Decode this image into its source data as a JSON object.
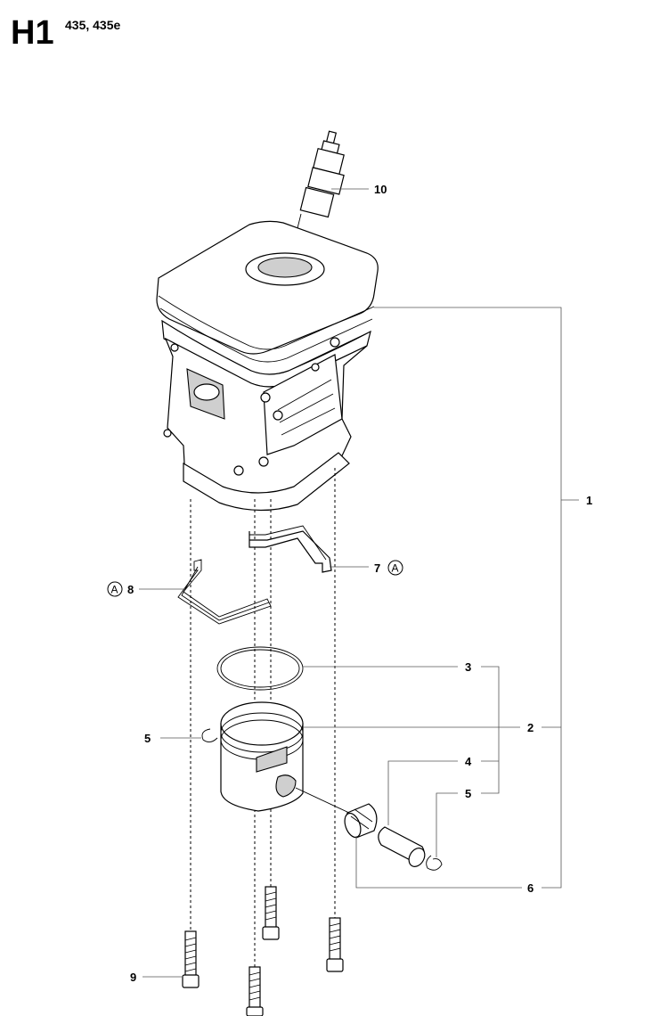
{
  "header": {
    "page_code": "H1",
    "models": "435, 435e"
  },
  "callouts": [
    {
      "id": "callout-10",
      "label": "10"
    },
    {
      "id": "callout-1",
      "label": "1"
    },
    {
      "id": "callout-7",
      "label": "7",
      "marker": "A"
    },
    {
      "id": "callout-8",
      "label": "8",
      "marker": "A"
    },
    {
      "id": "callout-3",
      "label": "3"
    },
    {
      "id": "callout-2",
      "label": "2"
    },
    {
      "id": "callout-5a",
      "label": "5"
    },
    {
      "id": "callout-4",
      "label": "4"
    },
    {
      "id": "callout-5b",
      "label": "5"
    },
    {
      "id": "callout-6",
      "label": "6"
    },
    {
      "id": "callout-9",
      "label": "9"
    }
  ],
  "parts": [
    {
      "ref": "1",
      "name": "cylinder-assembly"
    },
    {
      "ref": "2",
      "name": "piston"
    },
    {
      "ref": "3",
      "name": "piston-ring"
    },
    {
      "ref": "4",
      "name": "piston-pin"
    },
    {
      "ref": "5",
      "name": "circlip"
    },
    {
      "ref": "6",
      "name": "needle-bearing"
    },
    {
      "ref": "7",
      "name": "gasket-upper"
    },
    {
      "ref": "8",
      "name": "gasket-lower"
    },
    {
      "ref": "9",
      "name": "screw"
    },
    {
      "ref": "10",
      "name": "spark-plug"
    }
  ]
}
